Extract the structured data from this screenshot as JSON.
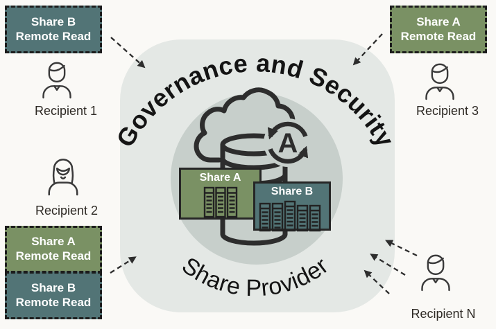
{
  "provider": {
    "arc_top_label": "Governance and Security",
    "arc_bottom_label": "Share Provider",
    "sync_letter": "A",
    "share_a_label": "Share A",
    "share_b_label": "Share B"
  },
  "recipients": {
    "r1": "Recipient 1",
    "r2": "Recipient 2",
    "r3": "Recipient 3",
    "rn": "Recipient N"
  },
  "access_badges": {
    "top_left": {
      "line1": "Share B",
      "line2": "Remote Read"
    },
    "top_right": {
      "line1": "Share A",
      "line2": "Remote Read"
    },
    "left_share_a": {
      "line1": "Share A",
      "line2": "Remote Read"
    },
    "left_share_b": {
      "line1": "Share B",
      "line2": "Remote Read"
    }
  },
  "colors": {
    "page_bg": "#faf9f6",
    "provider_panel_bg": "#e4e8e5",
    "inner_circle_bg": "#c7cfcb",
    "share_green": "#7a9164",
    "share_teal": "#527476",
    "ink": "#2d2d2d",
    "label_text": "#2e2a25",
    "badge_text": "#ffffff"
  }
}
